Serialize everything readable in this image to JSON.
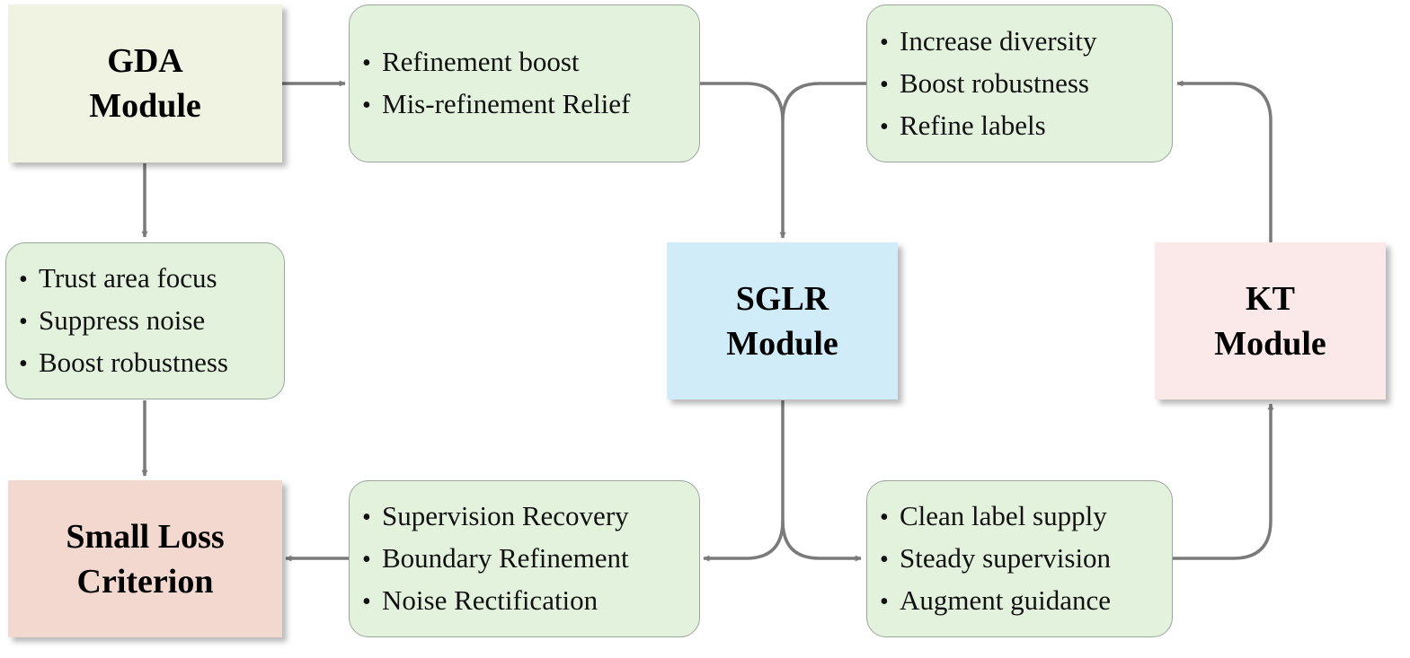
{
  "colors": {
    "gda": "#f1f3e2",
    "sglr": "#d0ecf9",
    "kt": "#fbe8e8",
    "small_loss": "#f2d8ce",
    "benefit_box": "#e3f2dd",
    "arrow": "#7a7a7a"
  },
  "modules": {
    "gda": {
      "line1": "GDA",
      "line2": "Module"
    },
    "sglr": {
      "line1": "SGLR",
      "line2": "Module"
    },
    "kt": {
      "line1": "KT",
      "line2": "Module"
    },
    "small_loss": {
      "line1": "Small Loss",
      "line2": "Criterion"
    }
  },
  "boxes": {
    "gda_to_sglr": [
      "Refinement boost",
      "Mis-refinement Relief"
    ],
    "kt_to_sglr": [
      "Increase diversity",
      "Boost robustness",
      "Refine labels"
    ],
    "gda_to_small_loss": [
      "Trust area focus",
      "Suppress noise",
      "Boost robustness"
    ],
    "sglr_to_small_loss": [
      "Supervision Recovery",
      "Boundary Refinement",
      "Noise Rectification"
    ],
    "sglr_to_kt": [
      "Clean label supply",
      "Steady supervision",
      "Augment guidance"
    ]
  }
}
